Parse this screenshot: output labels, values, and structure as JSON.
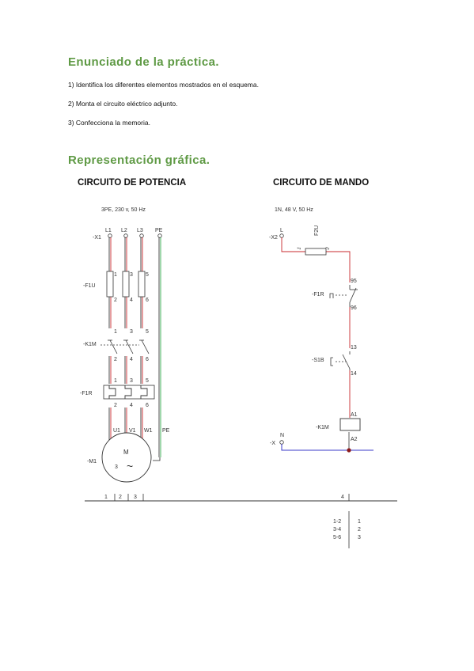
{
  "sections": {
    "statement_title": "Enunciado de la práctica.",
    "items": [
      "1) Identifica los diferentes elementos mostrados en el esquema.",
      "2) Monta el circuito eléctrico adjunto.",
      "3) Confecciona la memoria."
    ],
    "graphic_title": "Representación gráfica."
  },
  "power_circuit": {
    "caption": "CIRCUITO DE POTENCIA",
    "supply": "3PE, 230 v, 50 Hz",
    "terminal_ref": "-X1",
    "lines": [
      "L1",
      "L2",
      "L3",
      "PE"
    ],
    "fuse_ref": "-F1U",
    "contactor_ref": "-K1M",
    "relay_ref": "-F1R",
    "top_nums": [
      "1",
      "3",
      "5"
    ],
    "bottom_nums": [
      "2",
      "4",
      "6"
    ],
    "motor_terms": [
      "U1",
      "V1",
      "W1",
      "PE"
    ],
    "motor_ref": "-M1",
    "motor_label": "M",
    "motor_phase": "3",
    "motor_symbol": "~",
    "columns": [
      "1",
      "2",
      "3"
    ]
  },
  "control_circuit": {
    "caption": "CIRCUITO DE MANDO",
    "supply": "1N, 48 V, 50 Hz",
    "terminal_ref": "-X2",
    "line_label": "L",
    "fuse_ref": "F2U",
    "fuse_in": "1",
    "fuse_out": "2",
    "relay_contact_ref": "-F1R",
    "relay_contact_top": "95",
    "relay_contact_bottom": "96",
    "pushbutton_ref": "-S1B",
    "pushbutton_top": "13",
    "pushbutton_bottom": "14",
    "coil_ref": "-K1M",
    "coil_top": "A1",
    "coil_bottom": "A2",
    "neutral_ref": "-X",
    "neutral_label": "N",
    "column": "4"
  },
  "contact_table": {
    "pairs": [
      "1-2",
      "3-4",
      "5-6"
    ],
    "columns": [
      "1",
      "2",
      "3"
    ]
  },
  "colors": {
    "heading": "#5f9a45",
    "phase_wire": "#c8282d",
    "earth_wire": "#2fa84a",
    "neutral_wire": "#3b3bc8"
  }
}
